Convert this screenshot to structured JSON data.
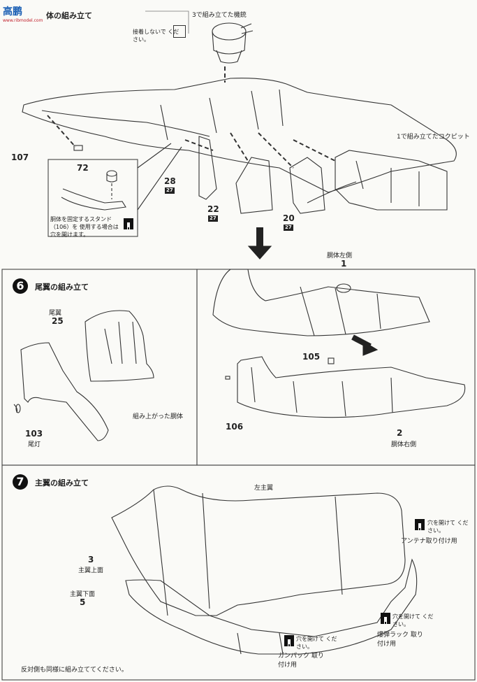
{
  "logo": {
    "text": "高鹏",
    "url": "www.ribmodel.com"
  },
  "step5": {
    "title": "体の組み立て",
    "gun_label": "3で組み立てた機銃",
    "no_glue": "接着しないで ください。",
    "cockpit": "1で組み立てたコクピット",
    "stand_note": "胴体を固定するスタンド（106）を 使用する場合は穴を開けます。",
    "parts": {
      "p107": "107",
      "p72": "72",
      "p28": "28",
      "p28ref": "27",
      "p22": "22",
      "p22ref": "27",
      "p20": "20",
      "p20ref": "27"
    }
  },
  "step6": {
    "number": "6",
    "title": "尾翼の組み立て",
    "tail_label": "尾翼",
    "tail_num": "25",
    "light_num": "103",
    "light_label": "尾灯",
    "assembled": "組み上がった胴体"
  },
  "fuselage": {
    "left_label": "胴体左側",
    "left_num": "1",
    "p105": "105",
    "p106": "106",
    "right_num": "2",
    "right_label": "胴体右側"
  },
  "step7": {
    "number": "7",
    "title": "主翼の組み立て",
    "left_wing": "左主翼",
    "upper_num": "3",
    "upper_label": "主翼上面",
    "lower_label": "主翼下面",
    "lower_num": "5",
    "antenna_drill": "穴を開けて ください。",
    "antenna": "アンテナ取り付け用",
    "bomb_drill": "穴を開けて ください。",
    "bomb": "爆弾ラック 取り付け用",
    "gun_drill": "穴を開けて ください。",
    "gunpack": "ガンパック 取り付け用",
    "footer": "反対側も同様に組み立ててください。"
  }
}
